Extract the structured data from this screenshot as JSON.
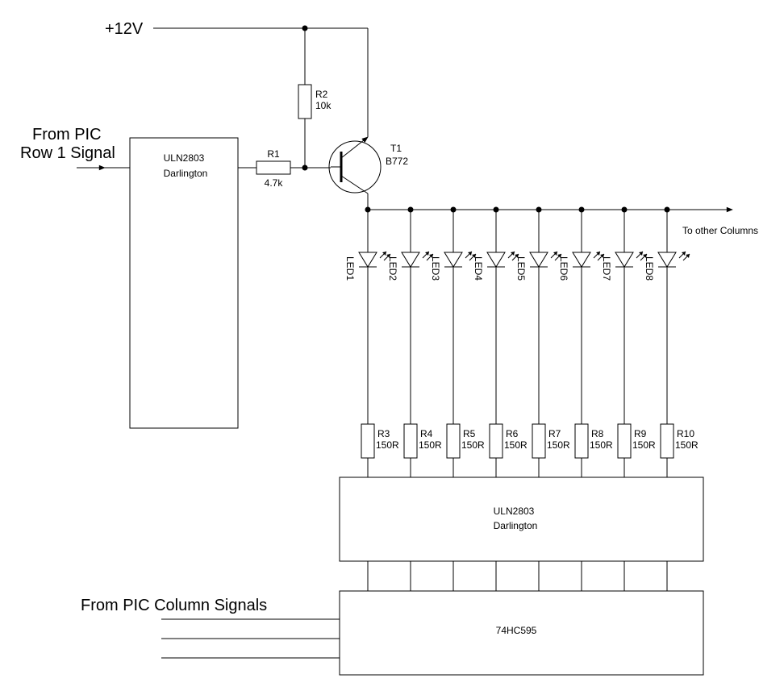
{
  "supply": {
    "label": "+12V"
  },
  "input_row": {
    "line1": "From PIC",
    "line2": "Row 1 Signal"
  },
  "row_driver": {
    "line1": "ULN2803",
    "line2": "Darlington"
  },
  "r1": {
    "name": "R1",
    "value": "4.7k"
  },
  "r2": {
    "name": "R2",
    "value": "10k"
  },
  "t1": {
    "name": "T1",
    "value": "B772"
  },
  "other_columns": "To other Columns",
  "leds": [
    "LED1",
    "LED2",
    "LED3",
    "LED4",
    "LED5",
    "LED6",
    "LED7",
    "LED8"
  ],
  "column_resistors": [
    {
      "name": "R3",
      "value": "150R"
    },
    {
      "name": "R4",
      "value": "150R"
    },
    {
      "name": "R5",
      "value": "150R"
    },
    {
      "name": "R6",
      "value": "150R"
    },
    {
      "name": "R7",
      "value": "150R"
    },
    {
      "name": "R8",
      "value": "150R"
    },
    {
      "name": "R9",
      "value": "150R"
    },
    {
      "name": "R10",
      "value": "150R"
    }
  ],
  "column_driver": {
    "line1": "ULN2803",
    "line2": "Darlington"
  },
  "shift_register": {
    "label": "74HC595"
  },
  "input_columns": "From PIC Column Signals"
}
